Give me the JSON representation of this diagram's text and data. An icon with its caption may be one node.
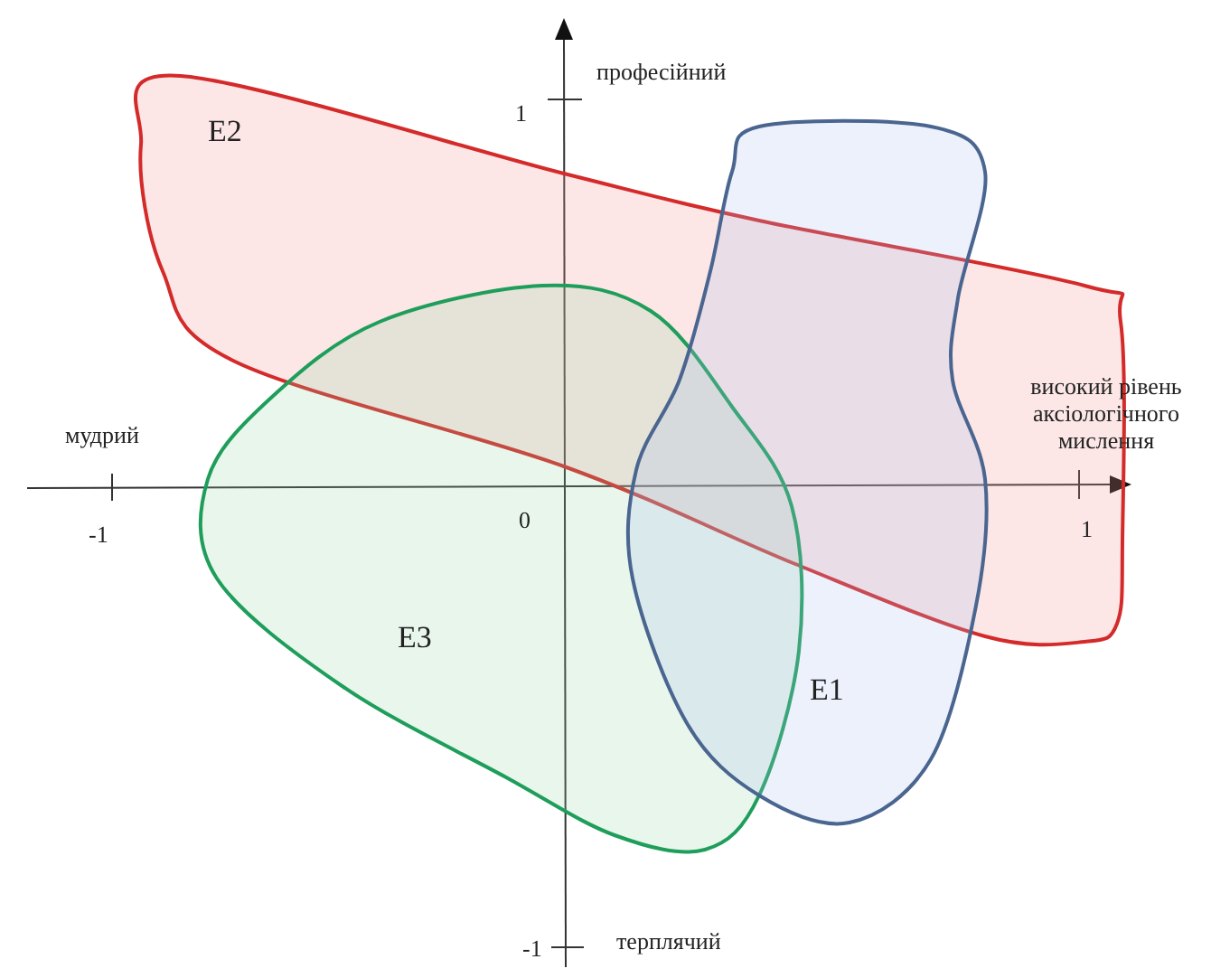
{
  "diagram": {
    "nodes": [
      {
        "text": [
          "E2"
        ]
      },
      {
        "text": [
          "E3"
        ]
      },
      {
        "text": [
          "E1"
        ]
      }
    ],
    "labels": [
      "професійний",
      "1",
      "високий рівень аксіологічного мислення",
      "мудрий",
      "-1",
      "0",
      "1",
      "-1",
      "терплячий"
    ]
  }
}
